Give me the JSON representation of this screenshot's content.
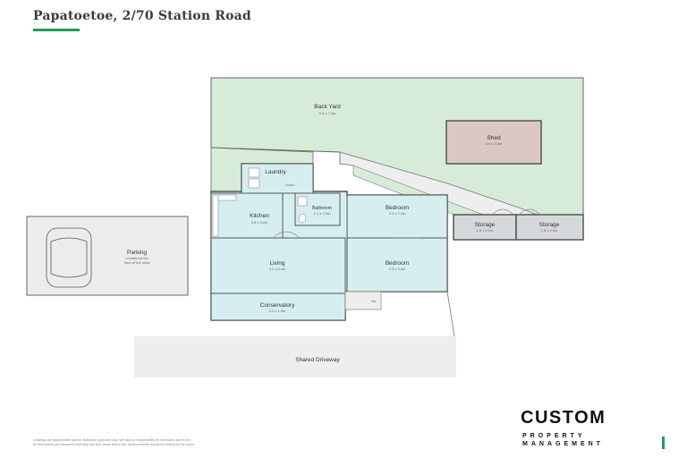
{
  "header": {
    "title": "Papatoetoe, 2/70 Station Road"
  },
  "rooms": {
    "back_yard": {
      "label": "Back Yard",
      "dim": "9.4 x 7.0m"
    },
    "shed": {
      "label": "Shed",
      "dim": "3.0 x 3.0m"
    },
    "laundry": {
      "label": "Laundry",
      "dim": ""
    },
    "linen": {
      "label": "Linen",
      "dim": ""
    },
    "kitchen": {
      "label": "Kitchen",
      "dim": "2.8 x 3.2m"
    },
    "bathroom": {
      "label": "Bathroom",
      "dim": "2.1 x 2.0m"
    },
    "bedroom1": {
      "label": "Bedroom",
      "dim": "3.2 x 2.2m"
    },
    "bedroom2": {
      "label": "Bedroom",
      "dim": "3.2 x 2.8m"
    },
    "living": {
      "label": "Living",
      "dim": "4.2 x 5.4m"
    },
    "conservatory": {
      "label": "Conservatory",
      "dim": "4.2 x 1.8m"
    },
    "storage1": {
      "label": "Storage",
      "dim": "1.8 x 2.0m"
    },
    "storage2": {
      "label": "Storage",
      "dim": "1.8 x 2.0m"
    },
    "parking": {
      "label": "Parking",
      "dim_line1": "Located at the",
      "dim_line2": "front of the units"
    },
    "driveway": {
      "label": "Shared Driveway"
    },
    "wc": {
      "label": "Wc"
    }
  },
  "brand": {
    "name": "CUSTOM",
    "sub_line1": "PROPERTY",
    "sub_line2": "MANAGEMENT"
  },
  "disclaimer": {
    "line1": "Drawings are approximate and for illustrative purposes only. We take no responsibility for omissions and errors.",
    "line2": "All dimensions are measured internally and floor areas reflect this. Measurements should be verified by the buyer."
  },
  "colors": {
    "yard": "#d7ecd8",
    "interior": "#d5eff1",
    "shed": "#dcc8c2",
    "storage": "#d5d9dc",
    "parking": "#ececec",
    "driveway": "#eeeeee",
    "wall": "#555555",
    "accent": "#1f9d57"
  }
}
